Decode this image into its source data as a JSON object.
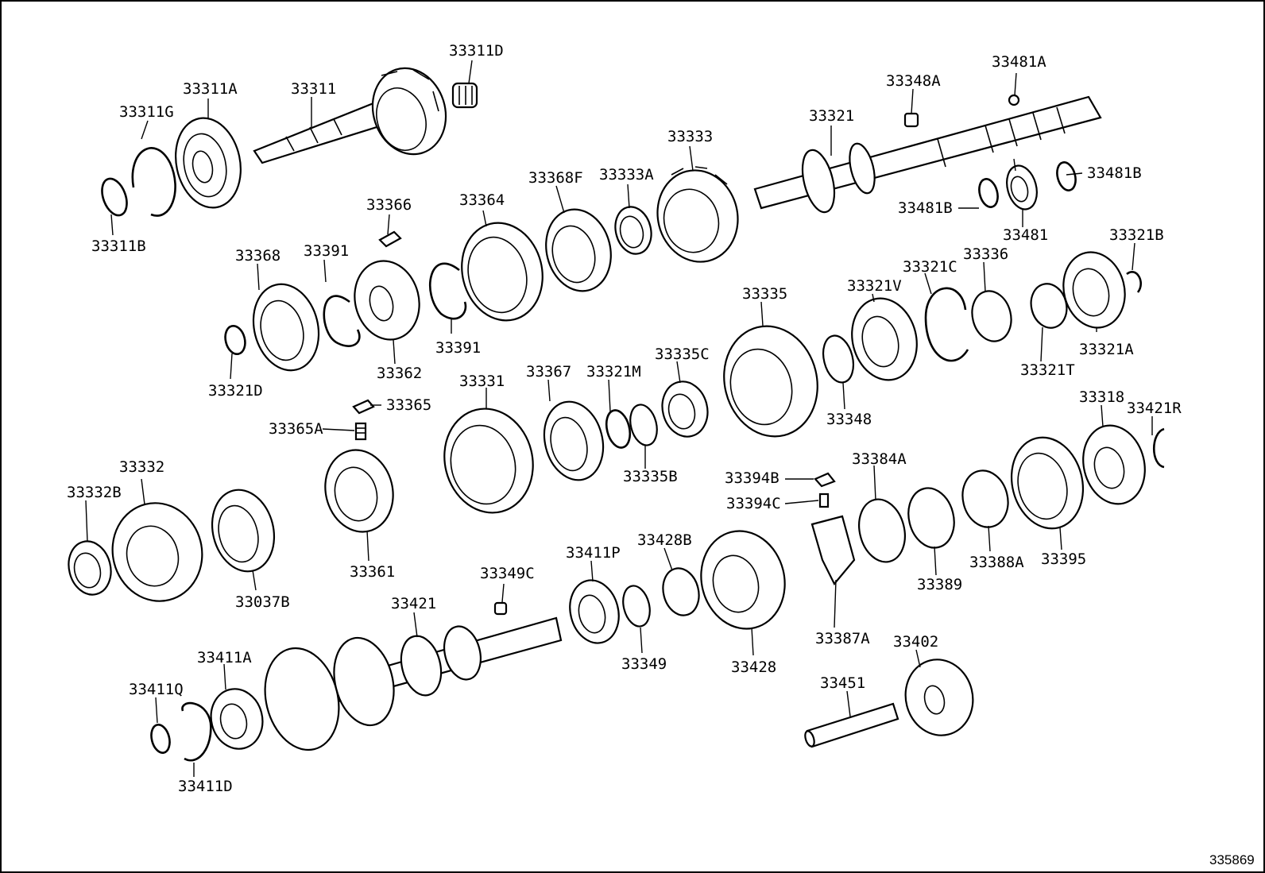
{
  "diagram": {
    "ref_number": "335869",
    "labels": [
      {
        "id": "p33311D",
        "text": "33311D"
      },
      {
        "id": "p33311A",
        "text": "33311A"
      },
      {
        "id": "p33311",
        "text": "33311"
      },
      {
        "id": "p33311G",
        "text": "33311G"
      },
      {
        "id": "p33311B",
        "text": "33311B"
      },
      {
        "id": "p33348A",
        "text": "33348A"
      },
      {
        "id": "p33481A",
        "text": "33481A"
      },
      {
        "id": "p33321",
        "text": "33321"
      },
      {
        "id": "p33333",
        "text": "33333"
      },
      {
        "id": "p33368F",
        "text": "33368F"
      },
      {
        "id": "p33333A",
        "text": "33333A"
      },
      {
        "id": "p33364",
        "text": "33364"
      },
      {
        "id": "p33366",
        "text": "33366"
      },
      {
        "id": "p33481B_r",
        "text": "33481B"
      },
      {
        "id": "p33481B_l",
        "text": "33481B"
      },
      {
        "id": "p33481",
        "text": "33481"
      },
      {
        "id": "p33368",
        "text": "33368"
      },
      {
        "id": "p33391_t",
        "text": "33391"
      },
      {
        "id": "p33391_b",
        "text": "33391"
      },
      {
        "id": "p33362",
        "text": "33362"
      },
      {
        "id": "p33321D",
        "text": "33321D"
      },
      {
        "id": "p33321B",
        "text": "33321B"
      },
      {
        "id": "p33336",
        "text": "33336"
      },
      {
        "id": "p33321C",
        "text": "33321C"
      },
      {
        "id": "p33321V",
        "text": "33321V"
      },
      {
        "id": "p33335",
        "text": "33335"
      },
      {
        "id": "p33321A",
        "text": "33321A"
      },
      {
        "id": "p33321T",
        "text": "33321T"
      },
      {
        "id": "p33348",
        "text": "33348"
      },
      {
        "id": "p33331",
        "text": "33331"
      },
      {
        "id": "p33367",
        "text": "33367"
      },
      {
        "id": "p33321M",
        "text": "33321M"
      },
      {
        "id": "p33335C",
        "text": "33335C"
      },
      {
        "id": "p33365",
        "text": "33365"
      },
      {
        "id": "p33365A",
        "text": "33365A"
      },
      {
        "id": "p33335B",
        "text": "33335B"
      },
      {
        "id": "p33318",
        "text": "33318"
      },
      {
        "id": "p33421R",
        "text": "33421R"
      },
      {
        "id": "p33384A",
        "text": "33384A"
      },
      {
        "id": "p33394B",
        "text": "33394B"
      },
      {
        "id": "p33394C",
        "text": "33394C"
      },
      {
        "id": "p33332",
        "text": "33332"
      },
      {
        "id": "p33332B",
        "text": "33332B"
      },
      {
        "id": "p33361",
        "text": "33361"
      },
      {
        "id": "p33037B",
        "text": "33037B"
      },
      {
        "id": "p33389",
        "text": "33389"
      },
      {
        "id": "p33388A",
        "text": "33388A"
      },
      {
        "id": "p33395",
        "text": "33395"
      },
      {
        "id": "p33411P",
        "text": "33411P"
      },
      {
        "id": "p33428B",
        "text": "33428B"
      },
      {
        "id": "p33349C",
        "text": "33349C"
      },
      {
        "id": "p33421",
        "text": "33421"
      },
      {
        "id": "p33387A",
        "text": "33387A"
      },
      {
        "id": "p33349",
        "text": "33349"
      },
      {
        "id": "p33428",
        "text": "33428"
      },
      {
        "id": "p33402",
        "text": "33402"
      },
      {
        "id": "p33411A",
        "text": "33411A"
      },
      {
        "id": "p33411Q",
        "text": "33411Q"
      },
      {
        "id": "p33451",
        "text": "33451"
      },
      {
        "id": "p33411D",
        "text": "33411D"
      }
    ]
  }
}
